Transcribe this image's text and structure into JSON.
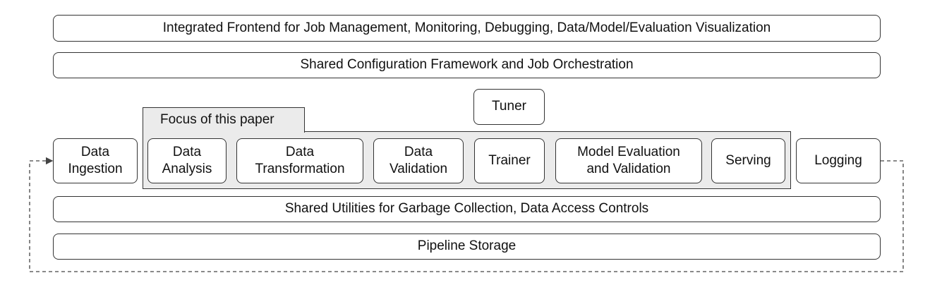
{
  "layers": {
    "frontend": "Integrated Frontend for Job Management, Monitoring, Debugging, Data/Model/Evaluation Visualization",
    "config": "Shared Configuration Framework and Job Orchestration",
    "utilities": "Shared Utilities for Garbage Collection, Data Access Controls",
    "storage": "Pipeline Storage"
  },
  "tuner": "Tuner",
  "focus_label": "Focus of this paper",
  "components": {
    "ingestion": [
      "Data",
      "Ingestion"
    ],
    "analysis": [
      "Data",
      "Analysis"
    ],
    "transformation": [
      "Data",
      "Transformation"
    ],
    "validation": [
      "Data",
      "Validation"
    ],
    "trainer": "Trainer",
    "evaluation": [
      "Model Evaluation",
      "and Validation"
    ],
    "serving": "Serving",
    "logging": "Logging"
  }
}
